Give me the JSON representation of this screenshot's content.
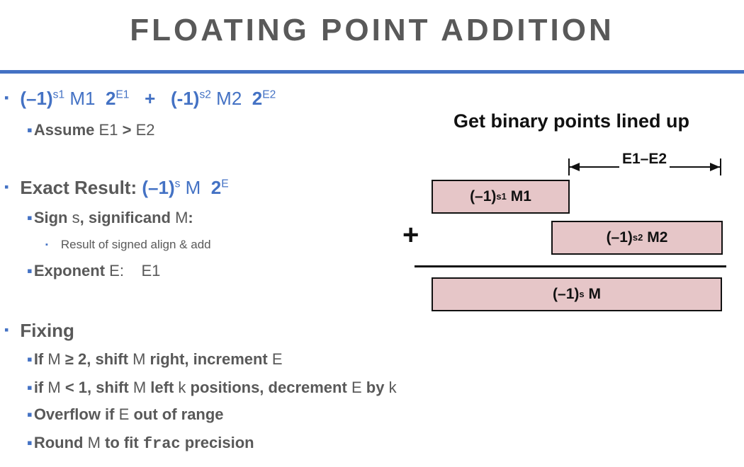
{
  "slide": {
    "title": "FLOATING POINT ADDITION",
    "bullet_marker": "▪"
  },
  "formula": {
    "neg1_a": "(–1)",
    "s1": "s1",
    "m1": "M1",
    "two_a": "2",
    "e1": "E1",
    "plus": "+",
    "neg1_b": "(-1)",
    "s2": "s2",
    "m2": "M2",
    "two_b": "2",
    "e2": "E2"
  },
  "assume": {
    "prefix": "Assume",
    "e1": "E1",
    "gt": ">",
    "e2": "E2"
  },
  "exact": {
    "label": "Exact Result:",
    "neg1": "(–1)",
    "s": "s",
    "m": "M",
    "two": "2",
    "e": "E",
    "sign_text_a": "Sign",
    "sign_var": "s",
    "sign_text_b": ", significand",
    "sign_var_m": "M",
    "sign_colon": ":",
    "sub_item": "Result of signed align & add",
    "exp_label": "Exponent",
    "exp_var": "E",
    "exp_colon": ":",
    "exp_value": "E1"
  },
  "fixing": {
    "label": "Fixing",
    "items": [
      {
        "a": "If",
        "v1": "M",
        "b": "≥ 2, shift",
        "v2": "M",
        "c": "right, increment",
        "v3": "E"
      },
      {
        "a": "if",
        "v1": "M",
        "b": "< 1, shift",
        "v2": "M",
        "c": "left",
        "v3": "k",
        "d": "positions, decrement",
        "v4": "E",
        "e": "by",
        "v5": "k"
      },
      {
        "a": "Overflow if",
        "v1": "E",
        "b": "out of range"
      },
      {
        "a": "Round",
        "v1": "M",
        "b": "to fit",
        "code": "frac",
        "c": "precision"
      }
    ]
  },
  "diagram": {
    "title": "Get binary points lined up",
    "dimension_label": "E1–E2",
    "plus": "+",
    "box1": {
      "base": "(–1)",
      "sup": "s1",
      "tail": "M1"
    },
    "box2": {
      "base": "(–1)",
      "sup": "s2",
      "tail": "M2"
    },
    "box3": {
      "base": "(–1)",
      "sup": "s",
      "tail": "M"
    }
  },
  "colors": {
    "accent": "#4472c4",
    "box_fill": "#e6c6c8",
    "text": "#595959"
  }
}
